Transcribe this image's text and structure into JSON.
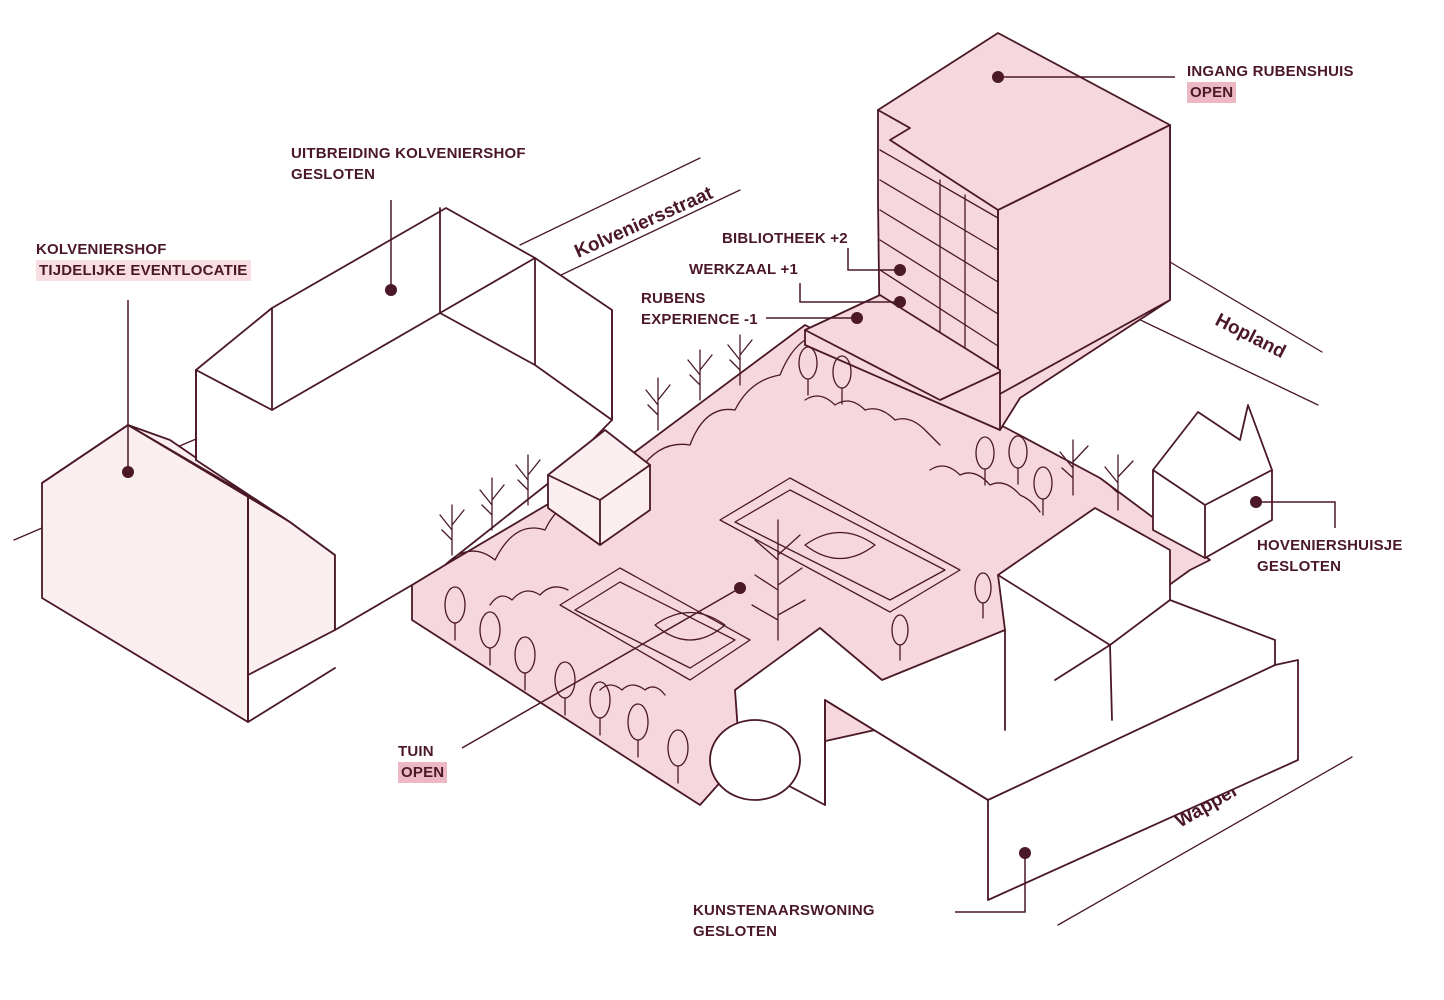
{
  "colors": {
    "ink": "#4a1826",
    "site_fill": "#f6d7dd",
    "soft_fill": "#fbeef1",
    "status_highlight": "#ecb8c3",
    "event_highlight": "#f8dde3"
  },
  "streets": {
    "kolveniersstraat": "Kolveniersstraat",
    "hopland": "Hopland",
    "wapper": "Wapper"
  },
  "labels": {
    "ingang": {
      "title": "INGANG RUBENSHUIS",
      "status": "OPEN"
    },
    "uitbreiding": {
      "title": "UITBREIDING KOLVENIERSHOF",
      "status": "GESLOTEN"
    },
    "kolveniershof": {
      "title": "KOLVENIERSHOF",
      "status": "TIJDELIJKE EVENTLOCATIE"
    },
    "bibliotheek": {
      "title": "BIBLIOTHEEK +2"
    },
    "werkzaal": {
      "title": "WERKZAAL +1"
    },
    "rubens_experience": {
      "line1": "RUBENS",
      "line2": "EXPERIENCE -1"
    },
    "hoveniershuisje": {
      "title": "HOVENIERSHUISJE",
      "status": "GESLOTEN"
    },
    "tuin": {
      "title": "TUIN",
      "status": "OPEN"
    },
    "kunstenaarswoning": {
      "title": "KUNSTENAARSWONING",
      "status": "GESLOTEN"
    }
  },
  "icons": [
    "location-dot-icon",
    "tree-icon",
    "bare-tree-icon"
  ]
}
